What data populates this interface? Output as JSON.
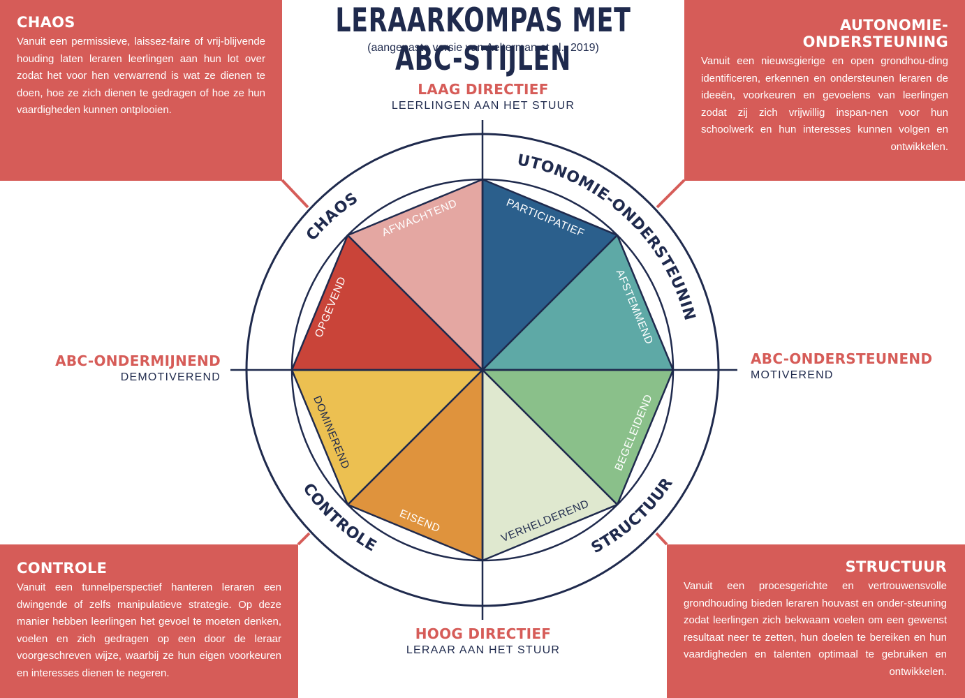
{
  "title": "LERAARKOMPAS MET ABC-STIJLEN",
  "subtitle": "(aangepaste versie van Aelterman et al., 2019)",
  "axes": {
    "top": {
      "main": "LAAG DIRECTIEF",
      "sub": "LEERLINGEN AAN HET STUUR"
    },
    "bottom": {
      "main": "HOOG DIRECTIEF",
      "sub": "LERAAR AAN HET STUUR"
    },
    "left": {
      "main": "ABC-ONDERMIJNEND",
      "sub": "DEMOTIVEREND"
    },
    "right": {
      "main": "ABC-ONDERSTEUNEND",
      "sub": "MOTIVEREND"
    }
  },
  "boxes": {
    "chaos": {
      "heading": "CHAOS",
      "text": "Vanuit een permissieve, laissez-faire of vrij-blijvende houding laten leraren leerlingen aan hun lot over zodat het voor hen verwarrend is wat ze dienen te doen, hoe ze zich dienen te gedragen of hoe ze hun vaardigheden kunnen ontplooien."
    },
    "autonomie": {
      "heading_line1": "AUTONOMIE-",
      "heading_line2": "ONDERSTEUNING",
      "text": "Vanuit een nieuwsgierige en open grondhou-ding identificeren, erkennen en ondersteunen leraren de ideeën, voorkeuren en gevoelens van leerlingen zodat zij zich vrijwillig inspan-nen voor hun schoolwerk en hun interesses kunnen volgen en ontwikkelen."
    },
    "controle": {
      "heading": "CONTROLE",
      "text": "Vanuit een tunnelperspectief hanteren leraren een dwingende of zelfs manipulatieve strategie. Op deze manier hebben leerlingen het gevoel te moeten denken, voelen en zich gedragen op een door de leraar voorgeschreven wijze, waarbij ze hun eigen voorkeuren en interesses dienen te negeren."
    },
    "structuur": {
      "heading": "STRUCTUUR",
      "text": "Vanuit een procesgerichte en vertrouwensvolle grondhouding bieden leraren houvast en onder-steuning zodat leerlingen zich bekwaam voelen om een gewenst resultaat neer te zetten, hun doelen te bereiken en hun vaardigheden en talenten optimaal te gebruiken en ontwikkelen."
    }
  },
  "ring_labels": {
    "chaos": "CHAOS",
    "autonomie": "AUTONOMIE-ONDERSTEUNING",
    "structuur": "STRUCTUUR",
    "controle": "CONTROLE"
  },
  "segments": [
    {
      "id": "participatief",
      "label": "PARTICIPATIEF",
      "color": "#2b5f8c"
    },
    {
      "id": "afstemmend",
      "label": "AFSTEMMEND",
      "color": "#5ea9a6"
    },
    {
      "id": "begeleidend",
      "label": "BEGELEIDEND",
      "color": "#8ac08a"
    },
    {
      "id": "verhelderend",
      "label": "VERHELDEREND",
      "color": "#dfe8cf"
    },
    {
      "id": "eisend",
      "label": "EISEND",
      "color": "#df933d"
    },
    {
      "id": "dominerend",
      "label": "DOMINEREND",
      "color": "#ecc051"
    },
    {
      "id": "opgevend",
      "label": "OPGEVEND",
      "color": "#c94439"
    },
    {
      "id": "afwachtend",
      "label": "AFWACHTEND",
      "color": "#e4a7a2"
    }
  ],
  "colors": {
    "navy": "#1f2a4d",
    "coral": "#d65c58"
  }
}
